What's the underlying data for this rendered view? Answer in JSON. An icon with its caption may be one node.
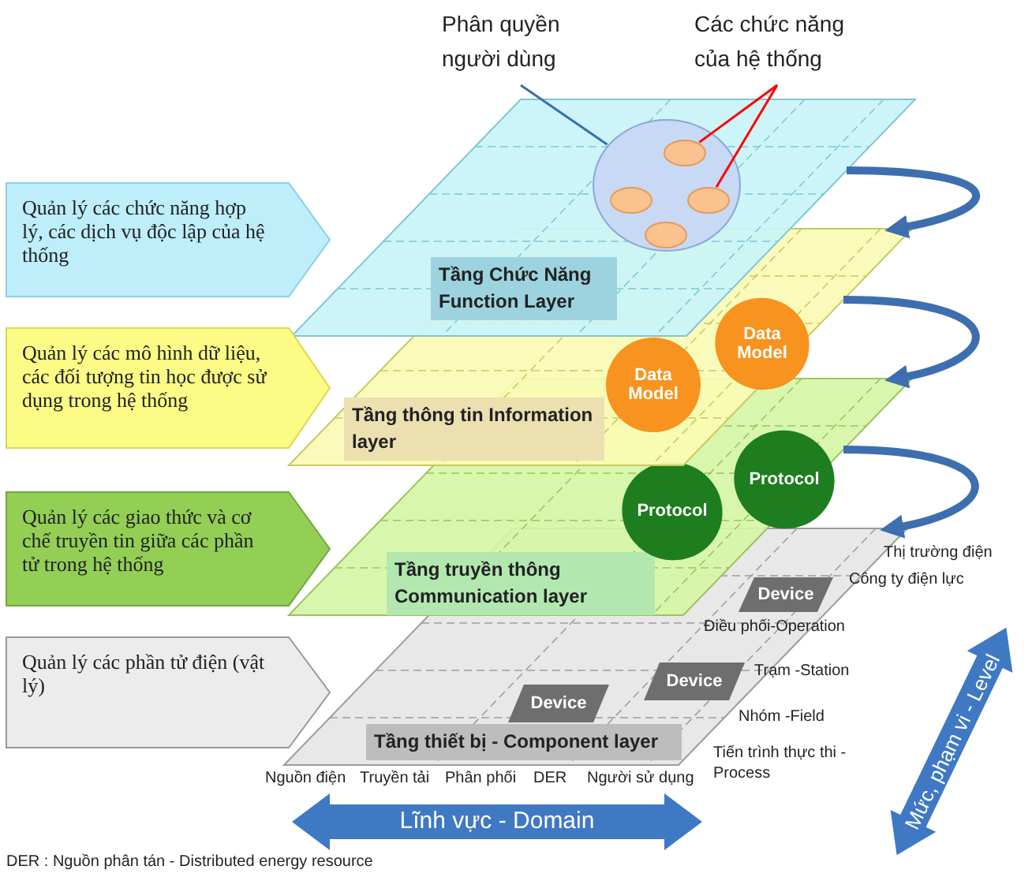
{
  "diagram": {
    "nodes": [
      {
        "text": [
          "Phân quyền người dùng"
        ]
      },
      {
        "text": [
          "Các chức năng của hệ thống"
        ]
      },
      {
        "text": [
          "Quản lý các chức năng hợp lý, các dịch vụ độc lập của hệ thống"
        ]
      },
      {
        "text": [
          "Quản lý các mô hình dữ liệu, các đối tượng tin học được sử dụng trong hệ thống"
        ]
      },
      {
        "text": [
          "Quản lý các giao thức và cơ chế truyền tin giữa các phần tử trong hệ thống"
        ]
      },
      {
        "text": [
          "Quản lý các phần tử điện (vật lý)"
        ]
      },
      {
        "text": [
          "Tầng Chức Năng Function Layer"
        ]
      },
      {
        "text": [],
        "shape": "ellipse",
        "in": 6
      },
      {
        "text": [],
        "shape": "ellipse",
        "in": 7
      },
      {
        "text": [],
        "shape": "ellipse",
        "in": 7
      },
      {
        "text": [],
        "shape": "ellipse",
        "in": 7
      },
      {
        "text": [],
        "shape": "ellipse",
        "in": 7
      },
      {
        "text": [
          "Tầng thông tin Information layer"
        ]
      },
      {
        "text": [
          "Data Model"
        ],
        "in": 12
      },
      {
        "text": [
          "Data Model"
        ],
        "in": 12
      },
      {
        "text": [
          "Tầng truyền thông Communication layer"
        ]
      },
      {
        "text": [
          "Protocol"
        ],
        "in": 15
      },
      {
        "text": [
          "Protocol"
        ],
        "in": 15
      },
      {
        "text": [
          "Tầng thiết bị - Component layer"
        ]
      },
      {
        "text": [
          "Device"
        ],
        "in": 18
      },
      {
        "text": [
          "Device"
        ],
        "in": 18
      },
      {
        "text": [
          "Device"
        ],
        "in": 18
      },
      {
        "text": [
          "Lĩnh vực - Domain"
        ]
      },
      {
        "text": [
          "Mức, phạm vi - Level"
        ]
      }
    ],
    "edges": [
      {
        "from": 0,
        "to": 7,
        "arrow": "none"
      },
      {
        "from": 1,
        "to": 8,
        "arrow": "none",
        "color": "#ff0000"
      },
      {
        "from": 1,
        "to": 10,
        "arrow": "none",
        "color": "#ff0000"
      },
      {
        "from": 6,
        "to": 12,
        "arrow": "to",
        "style": "thick"
      },
      {
        "from": 12,
        "to": 15,
        "arrow": "to",
        "style": "thick"
      },
      {
        "from": 15,
        "to": 18,
        "arrow": "to",
        "style": "thick"
      }
    ],
    "labels": [
      "Thị trường điện",
      "Công ty điện lực",
      "Điều phối-Operation",
      "Trạm -Station",
      "Nhóm -Field",
      "Tiến trình thực thi - Process",
      "Nguồn điện",
      "Truyền tải",
      "Phân phối",
      "DER",
      "Người sử dụng",
      "DER : Nguồn phân tán -  Distributed energy resource"
    ]
  }
}
